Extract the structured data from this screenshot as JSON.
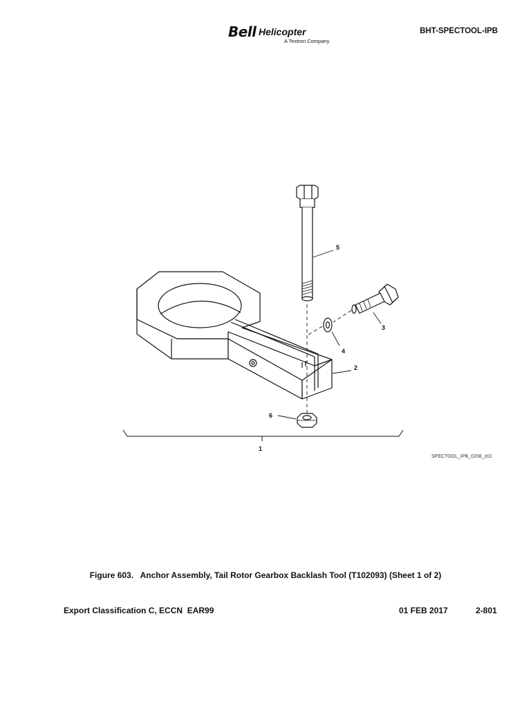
{
  "header": {
    "logo_bell": "Bell",
    "logo_helicopter": "Helicopter",
    "logo_tagline": "A Textron Company",
    "document_id": "BHT-SPECTOOL-IPB"
  },
  "figure": {
    "callouts": {
      "c1": "1",
      "c2": "2",
      "c3": "3",
      "c4": "4",
      "c5": "5",
      "c6": "6"
    },
    "image_code": "SPECTOOL_IPB_0208_c01",
    "caption": "Figure 603.   Anchor Assembly, Tail Rotor Gearbox Backlash Tool (T102093) (Sheet 1 of 2)"
  },
  "footer": {
    "export_classification": "Export Classification C, ECCN  EAR99",
    "date": "01 FEB 2017",
    "page": "2-801"
  }
}
